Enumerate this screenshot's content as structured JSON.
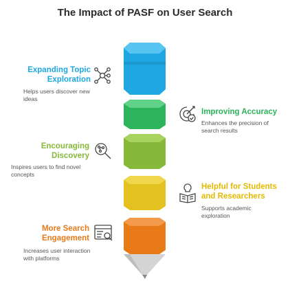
{
  "title": "The Impact of PASF on User Search",
  "colors": {
    "blue": "#1ea7e1",
    "green": "#2db35b",
    "lime": "#86b93a",
    "yellow": "#e3c11f",
    "orange": "#e87a18",
    "tip": "#d4d4d4"
  },
  "items": [
    {
      "heading": "Expanding Topic Exploration",
      "line1": "Expanding Topic",
      "line2": "Exploration",
      "desc1": "Helps users discover new",
      "desc2": "ideas",
      "icon": "network-nodes-icon",
      "color": "#1ea7e1",
      "side": "left"
    },
    {
      "heading": "Improving Accuracy",
      "line1": "Improving Accuracy",
      "desc1": "Enhances the precision of",
      "desc2": "search results",
      "icon": "target-check-icon",
      "color": "#2db35b",
      "side": "right"
    },
    {
      "heading": "Encouraging Discovery",
      "line1": "Encouraging",
      "line2": "Discovery",
      "desc1": "Inspires users to find novel",
      "desc2": "concepts",
      "icon": "magnifier-analysis-icon",
      "color": "#86b93a",
      "side": "left"
    },
    {
      "heading": "Helpful for Students and Researchers",
      "line1": "Helpful for Students",
      "line2": "and Researchers",
      "desc1": "Supports academic",
      "desc2": "exploration",
      "icon": "book-lightbulb-icon",
      "color": "#e3c11f",
      "side": "right"
    },
    {
      "heading": "More Search Engagement",
      "line1": "More Search",
      "line2": "Engagement",
      "desc1": "Increases user interaction",
      "desc2": "with platforms",
      "icon": "search-window-icon",
      "color": "#e87a18",
      "side": "left"
    }
  ]
}
